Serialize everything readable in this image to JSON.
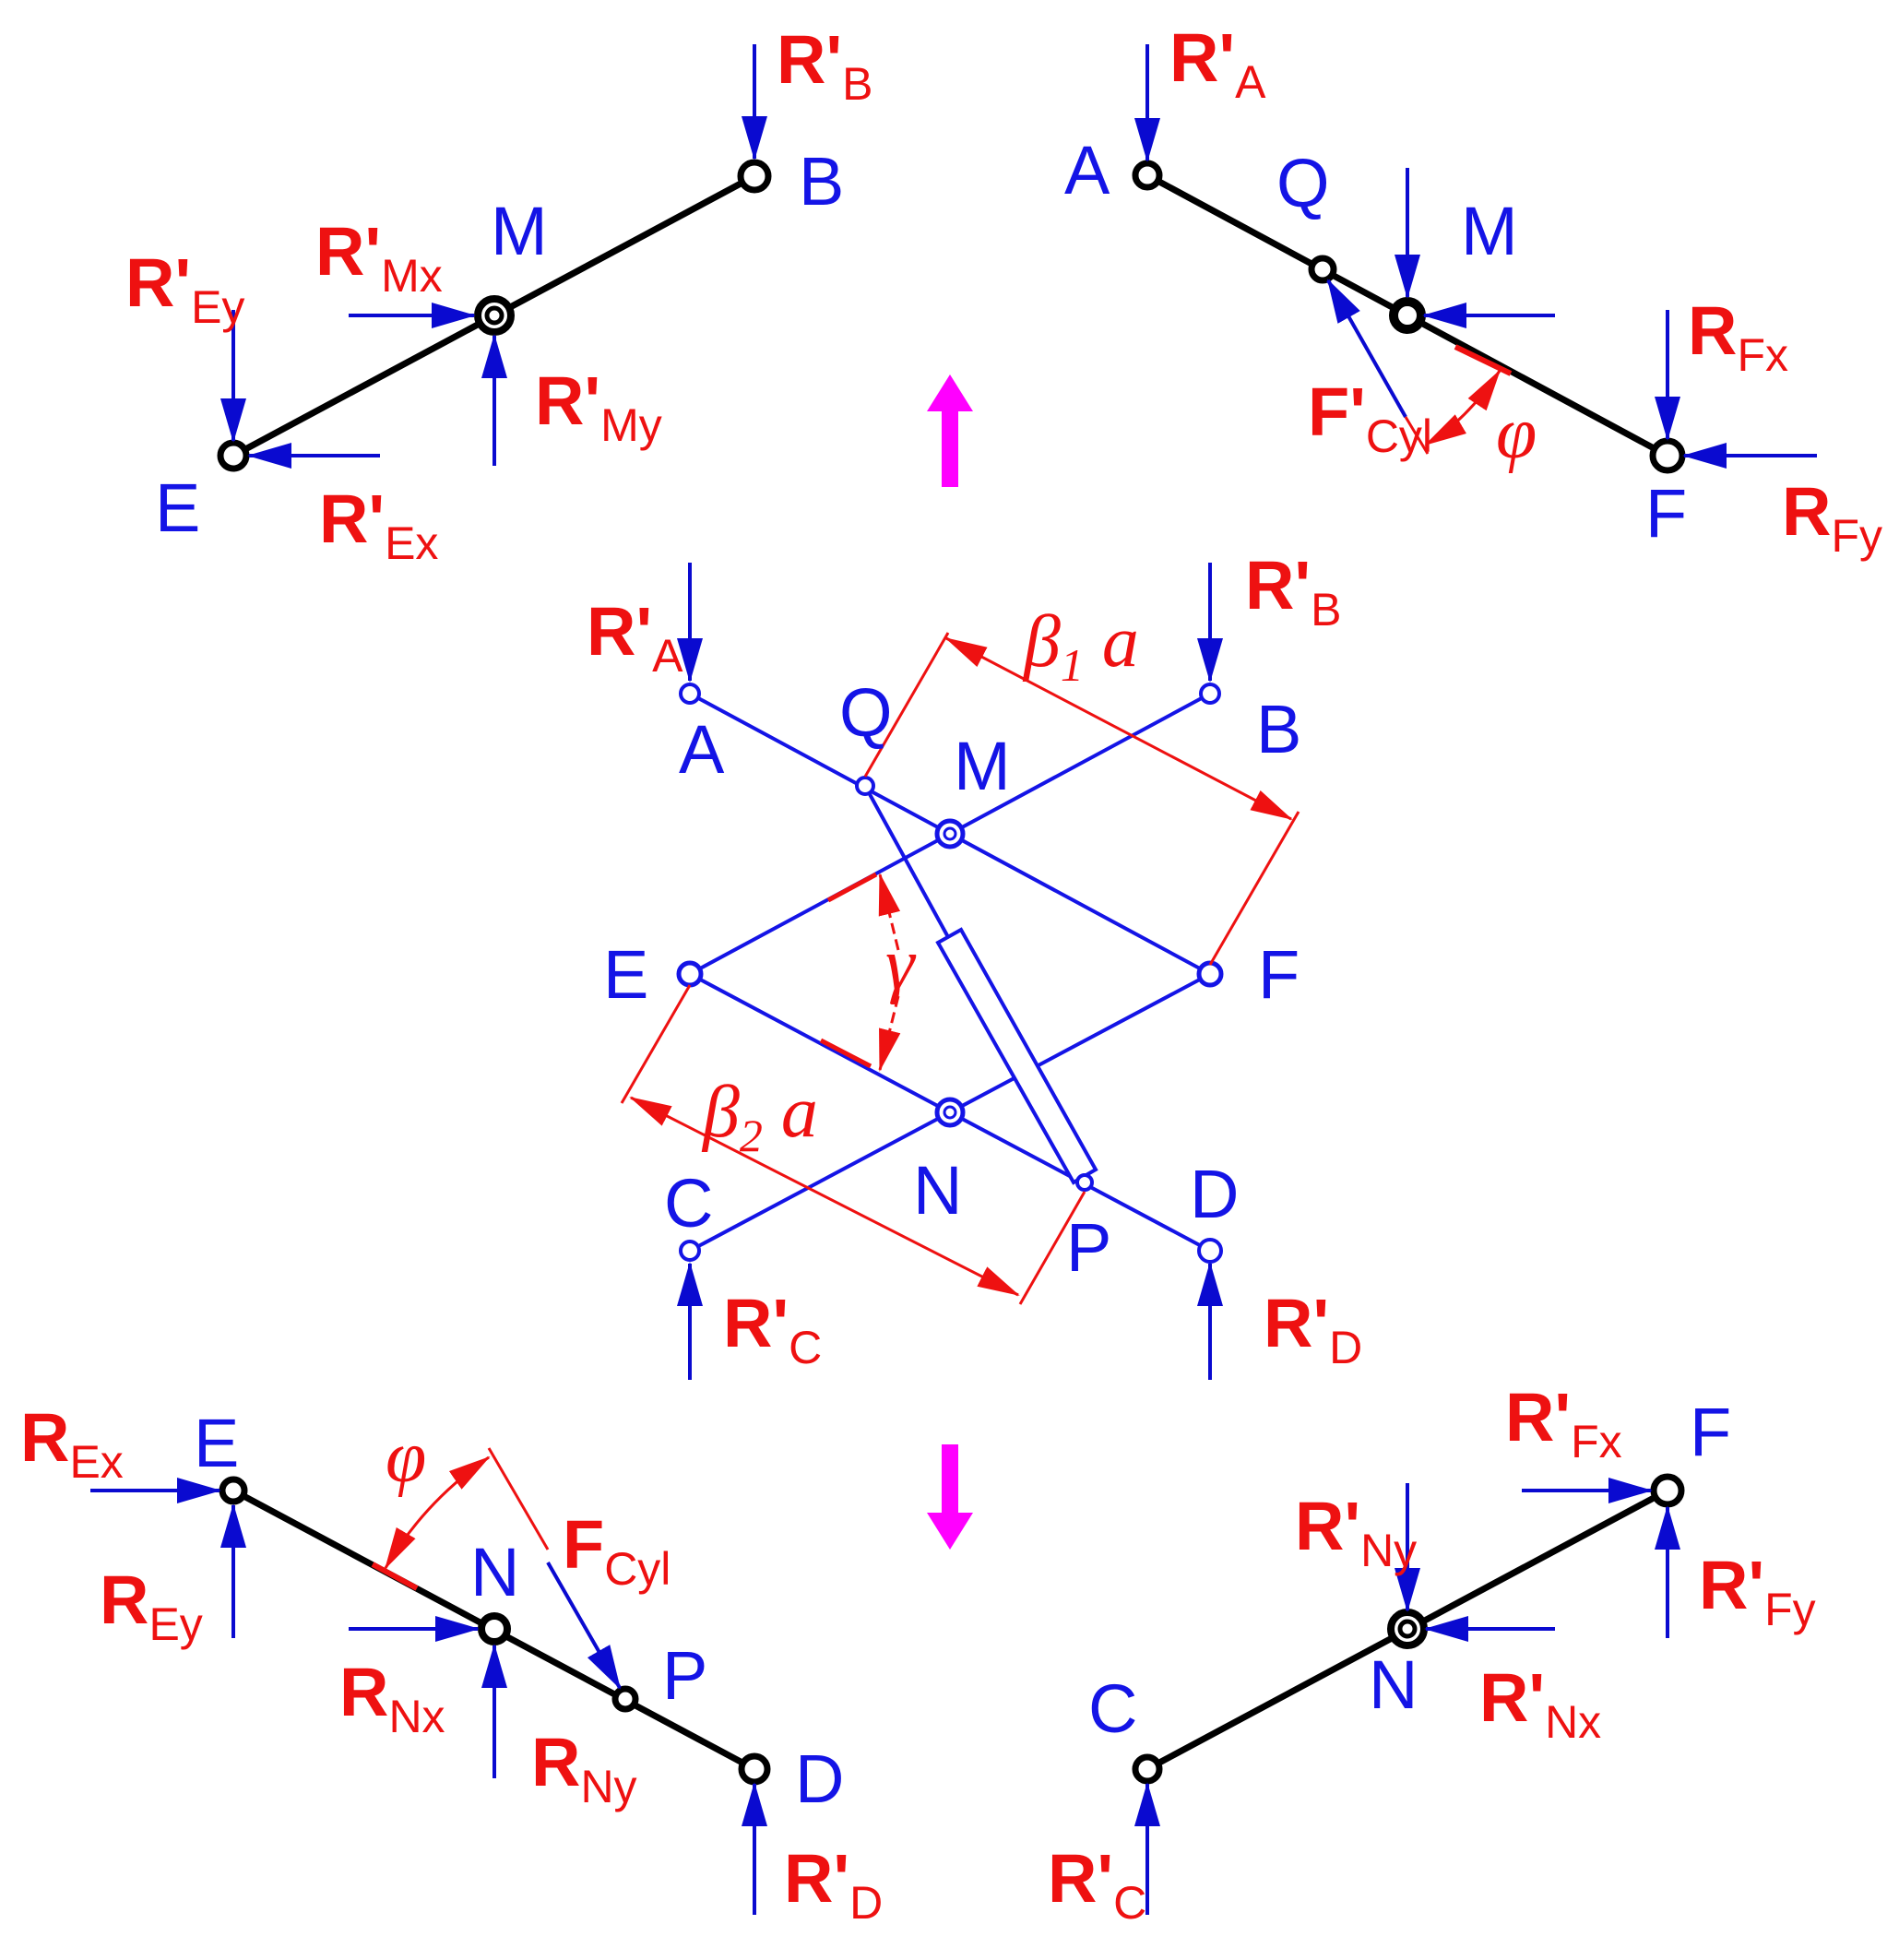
{
  "colors": {
    "link": "#000000",
    "mechanism": "#1414e6",
    "force_arrow": "#0a0ad0",
    "label_force": "#ee1111",
    "point_label": "#1414e6",
    "motion_arrow": "#ff00ff",
    "dimension": "#ee1111"
  },
  "points": {
    "A": "A",
    "B": "B",
    "C": "C",
    "D": "D",
    "E": "E",
    "F": "F",
    "M": "M",
    "N": "N",
    "P": "P",
    "Q": "Q"
  },
  "forces": {
    "top_left": {
      "RB": {
        "main": "R",
        "prime": "'",
        "sub": "B"
      },
      "RMx": {
        "main": "R",
        "prime": "'",
        "sub": "Mx"
      },
      "REy": {
        "main": "R",
        "prime": "'",
        "sub": "Ey"
      },
      "RMy": {
        "main": "R",
        "prime": "'",
        "sub": "My"
      },
      "REx": {
        "main": "R",
        "prime": "'",
        "sub": "Ex"
      }
    },
    "top_right": {
      "RA": {
        "main": "R",
        "prime": "'",
        "sub": "A"
      },
      "RFx": {
        "main": "R",
        "prime": "",
        "sub": "Fx"
      },
      "FCyl": {
        "main": "F",
        "prime": "'",
        "sub": "Cyl"
      },
      "RFy": {
        "main": "R",
        "prime": "",
        "sub": "Fy"
      }
    },
    "center": {
      "RA": {
        "main": "R",
        "prime": "'",
        "sub": "A"
      },
      "RB": {
        "main": "R",
        "prime": "'",
        "sub": "B"
      },
      "RC": {
        "main": "R",
        "prime": "'",
        "sub": "C"
      },
      "RD": {
        "main": "R",
        "prime": "'",
        "sub": "D"
      }
    },
    "bottom_left": {
      "REx": {
        "main": "R",
        "prime": "",
        "sub": "Ex"
      },
      "REy": {
        "main": "R",
        "prime": "",
        "sub": "Ey"
      },
      "FCyl": {
        "main": "F",
        "prime": "",
        "sub": "Cyl"
      },
      "RNx": {
        "main": "R",
        "prime": "",
        "sub": "Nx"
      },
      "RNy": {
        "main": "R",
        "prime": "",
        "sub": "Ny"
      },
      "RD": {
        "main": "R",
        "prime": "'",
        "sub": "D"
      }
    },
    "bottom_right": {
      "RFx": {
        "main": "R",
        "prime": "'",
        "sub": "Fx"
      },
      "RNy": {
        "main": "R",
        "prime": "'",
        "sub": "Ny"
      },
      "RFy": {
        "main": "R",
        "prime": "'",
        "sub": "Fy"
      },
      "RNx": {
        "main": "R",
        "prime": "'",
        "sub": "Nx"
      },
      "RC": {
        "main": "R",
        "prime": "'",
        "sub": "C"
      }
    }
  },
  "dimensions": {
    "beta1": {
      "sym": "β",
      "sub": "1",
      "tail": " a"
    },
    "beta2": {
      "sym": "β",
      "sub": "2",
      "tail": " a"
    },
    "gamma": "γ",
    "phi": "φ"
  }
}
